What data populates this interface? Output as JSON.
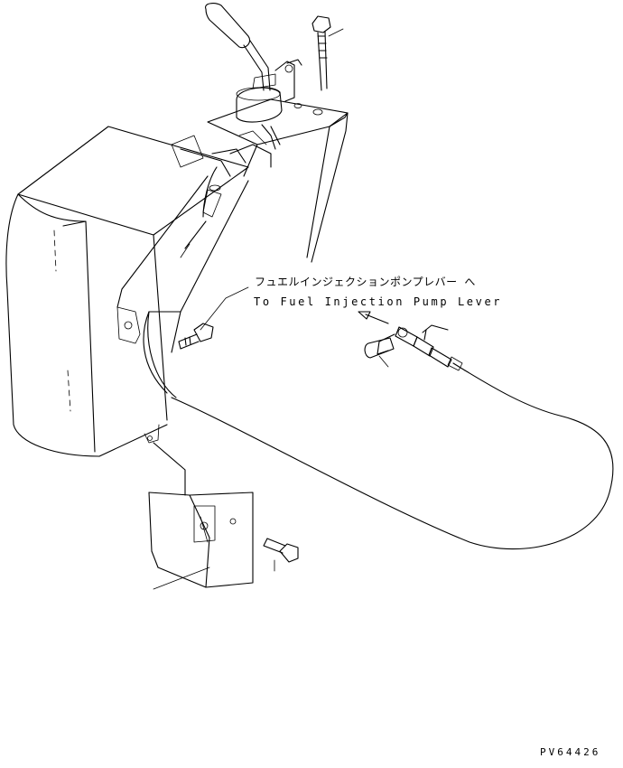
{
  "diagram": {
    "callout_ja": "フュエルインジェクションポンプレバー へ",
    "callout_en": "To Fuel Injection Pump Lever",
    "drawing_code": "PV64426"
  }
}
